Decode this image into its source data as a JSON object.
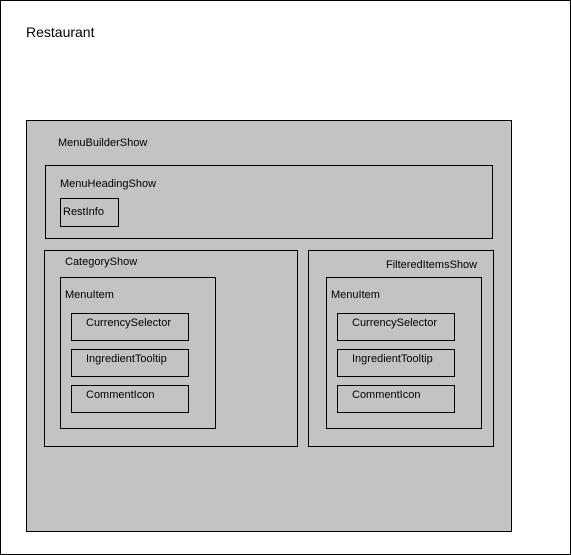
{
  "root": {
    "label": "Restaurant"
  },
  "menu_builder": {
    "label": "MenuBuilderShow",
    "heading": {
      "label": "MenuHeadingShow",
      "rest_info": "RestInfo"
    },
    "category": {
      "label": "CategoryShow",
      "menu_item": {
        "label": "MenuItem",
        "children": [
          "CurrencySelector",
          "IngredientTooltip",
          "CommentIcon"
        ]
      }
    },
    "filtered": {
      "label": "FilteredItemsShow",
      "menu_item": {
        "label": "MenuItem",
        "children": [
          "CurrencySelector",
          "IngredientTooltip",
          "CommentIcon"
        ]
      }
    }
  },
  "colors": {
    "container_fill": "#c3c3c3",
    "stroke": "#000000",
    "background": "#ffffff"
  }
}
